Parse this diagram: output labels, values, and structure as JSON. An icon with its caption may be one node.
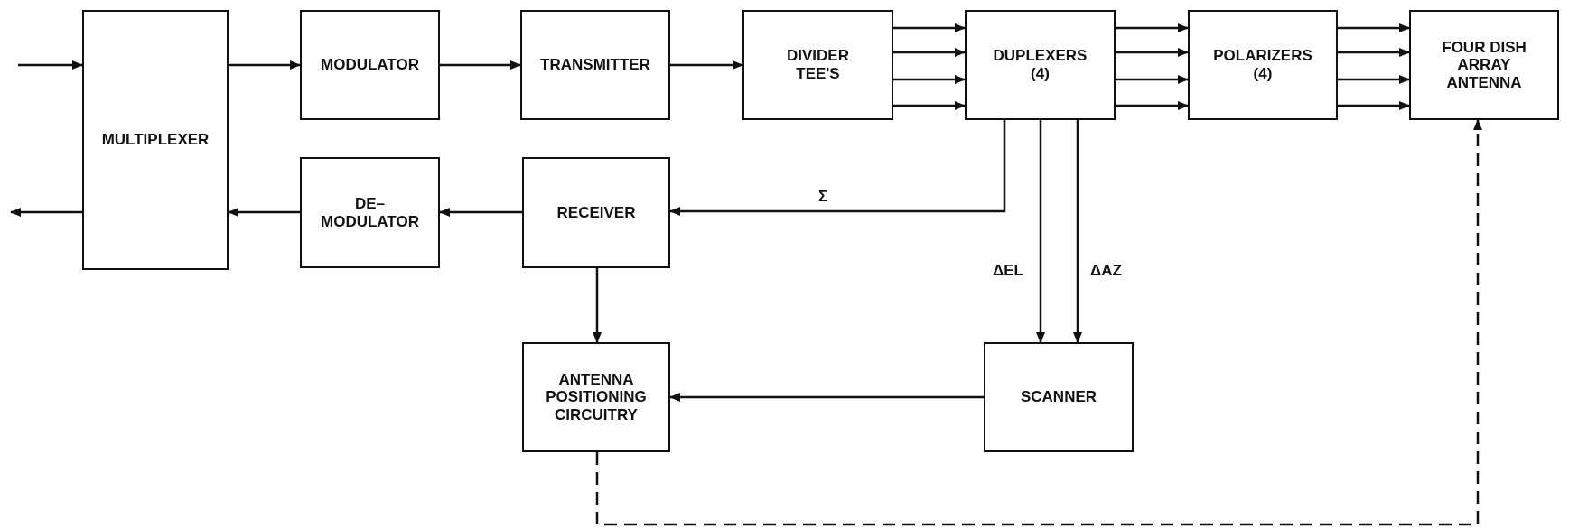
{
  "diagram": {
    "nodes": [
      {
        "text": [
          "MULTIPLEXER"
        ]
      },
      {
        "text": [
          "MODULATOR"
        ]
      },
      {
        "text": [
          "TRANSMITTER"
        ]
      },
      {
        "text": [
          "DIVIDER TEE'S"
        ]
      },
      {
        "text": [
          "DUPLEXERS (4)"
        ]
      },
      {
        "text": [
          "POLARIZERS (4)"
        ]
      },
      {
        "text": [
          "FOUR DISH ARRAY ANTENNA"
        ]
      },
      {
        "text": [
          "DE– MODULATOR"
        ]
      },
      {
        "text": [
          "RECEIVER"
        ]
      },
      {
        "text": [
          "ANTENNA POSITIONING CIRCUITRY"
        ]
      },
      {
        "text": [
          "SCANNER"
        ]
      }
    ],
    "edges": [
      {
        "from": null,
        "to": 0,
        "arrow": "to"
      },
      {
        "from": 0,
        "to": null,
        "arrow": "to"
      },
      {
        "from": 0,
        "to": 1,
        "arrow": "to"
      },
      {
        "from": 1,
        "to": 2,
        "arrow": "to"
      },
      {
        "from": 2,
        "to": 3,
        "arrow": "to"
      },
      {
        "from": 3,
        "to": 4,
        "arrow": "to"
      },
      {
        "from": 3,
        "to": 4,
        "arrow": "to"
      },
      {
        "from": 3,
        "to": 4,
        "arrow": "to"
      },
      {
        "from": 3,
        "to": 4,
        "arrow": "to"
      },
      {
        "from": 4,
        "to": 5,
        "arrow": "to"
      },
      {
        "from": 4,
        "to": 5,
        "arrow": "to"
      },
      {
        "from": 4,
        "to": 5,
        "arrow": "to"
      },
      {
        "from": 4,
        "to": 5,
        "arrow": "to"
      },
      {
        "from": 5,
        "to": 6,
        "arrow": "to"
      },
      {
        "from": 5,
        "to": 6,
        "arrow": "to"
      },
      {
        "from": 5,
        "to": 6,
        "arrow": "to"
      },
      {
        "from": 5,
        "to": 6,
        "arrow": "to"
      },
      {
        "from": 4,
        "to": 8,
        "arrow": "to",
        "label": "Σ"
      },
      {
        "from": 4,
        "to": 10,
        "arrow": "to",
        "label": "ΔEL"
      },
      {
        "from": 4,
        "to": 10,
        "arrow": "to",
        "label": "ΔAZ"
      },
      {
        "from": 10,
        "to": 9,
        "arrow": "to"
      },
      {
        "from": 8,
        "to": 9,
        "arrow": "to"
      },
      {
        "from": 7,
        "to": 0,
        "arrow": "to"
      },
      {
        "from": 8,
        "to": 7,
        "arrow": "to"
      },
      {
        "from": 9,
        "to": 6,
        "arrow": "to",
        "style": "dashed"
      }
    ]
  }
}
